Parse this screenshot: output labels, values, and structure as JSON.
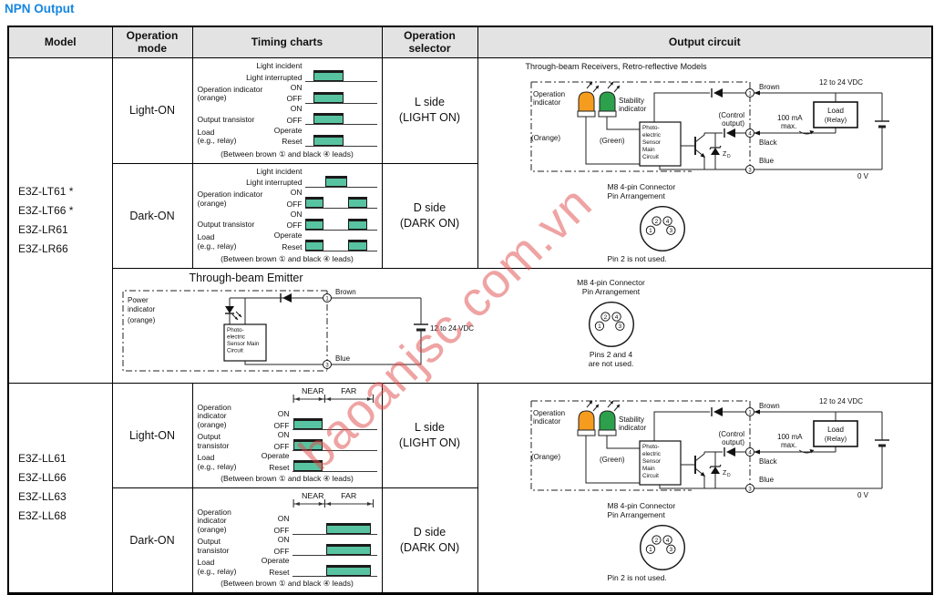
{
  "page": {
    "title": "NPN Output"
  },
  "watermark": {
    "text": "baoanjsc.com.vn"
  },
  "table": {
    "headers": [
      "Model",
      "Operation mode",
      "Timing charts",
      "Operation selector",
      "Output circuit"
    ]
  },
  "group1": {
    "models": [
      "E3Z-LT61 *",
      "E3Z-LT66 *",
      "E3Z-LR61",
      "E3Z-LR66"
    ],
    "light_mode": "Light-ON",
    "dark_mode": "Dark-ON",
    "selector_light": [
      "L side",
      "(LIGHT ON)"
    ],
    "selector_dark": [
      "D side",
      "(DARK ON)"
    ]
  },
  "group2": {
    "models": [
      "E3Z-LL61",
      "E3Z-LL66",
      "E3Z-LL63",
      "E3Z-LL68"
    ],
    "light_mode": "Light-ON",
    "dark_mode": "Dark-ON",
    "selector_light": [
      "L side",
      "(LIGHT ON)"
    ],
    "selector_dark": [
      "D side",
      "(DARK ON)"
    ]
  },
  "tc": {
    "light_incident": "Light incident",
    "light_interrupted": "Light interrupted",
    "operation_indicator": "Operation indicator",
    "operation": "Operation",
    "indicator": "indicator",
    "orange": "(orange)",
    "output_transistor": "Output transistor",
    "output": "Output",
    "transistor": "transistor",
    "load": "Load",
    "load_eg": "(e.g., relay)",
    "on": "ON",
    "off": "OFF",
    "operate": "Operate",
    "reset": "Reset",
    "near": "NEAR",
    "far": "FAR",
    "caption": "(Between brown ① and black ④ leads)"
  },
  "circuit": {
    "heading": "Through-beam Receivers, Retro-reflective Models",
    "operation": "Operation",
    "indicator": "indicator",
    "orange_cap": "(Orange)",
    "stability": "Stability",
    "indicator2": "indicator",
    "green_cap": "(Green)",
    "main": [
      "Photo-",
      "electric",
      "Sensor",
      "Main",
      "Circuit"
    ],
    "control": [
      "(Control",
      "output)"
    ],
    "zd": "Z",
    "zd_sub": "D",
    "brown": "Brown",
    "black": "Black",
    "blue": "Blue",
    "supply": "12 to 24 VDC",
    "load1": "Load",
    "load2": "(Relay)",
    "ma1": "100 mA",
    "ma2": "max.",
    "zero_v": "0 V",
    "t1": "1",
    "t3": "3",
    "t4": "4"
  },
  "emitter": {
    "title": "Through-beam Emitter",
    "power": [
      "Power",
      "indicator",
      "(orange)"
    ],
    "main": [
      "Photo-",
      "electric",
      "Sensor Main",
      "Circuit"
    ],
    "brown": "Brown",
    "blue": "Blue",
    "supply": "12 to 24 VDC",
    "t1": "1",
    "t3": "3"
  },
  "m8": {
    "title1": "M8 4-pin Connector",
    "title2": "Pin Arrangement",
    "p1": "1",
    "p2": "2",
    "p3": "3",
    "p4": "4",
    "note_single": "Pin 2 is not used.",
    "note_emitter1": "Pins 2 and 4",
    "note_emitter2": "are not used."
  }
}
